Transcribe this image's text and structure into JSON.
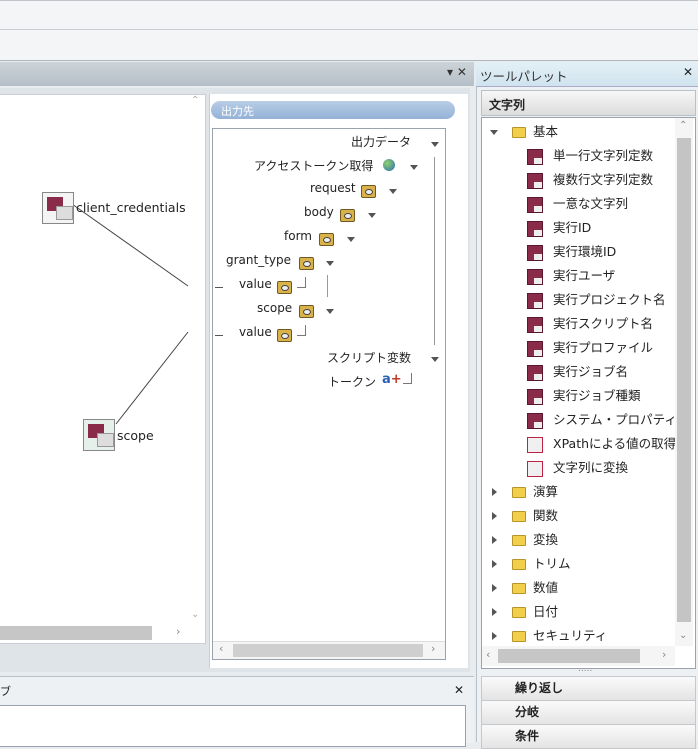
{
  "mapping": {
    "close_glyph": "▾ ✕",
    "output_header": "出力先",
    "nodes": [
      {
        "label": "client_credentials"
      },
      {
        "label": "scope"
      }
    ],
    "output_tree": [
      {
        "label": "出力データ"
      },
      {
        "label": "アクセストークン取得"
      },
      {
        "label": "request"
      },
      {
        "label": "body"
      },
      {
        "label": "form"
      },
      {
        "label": "grant_type"
      },
      {
        "label": "value"
      },
      {
        "label": "scope"
      },
      {
        "label": "value"
      },
      {
        "label": "スクリプト変数"
      },
      {
        "label": "トークン"
      }
    ]
  },
  "bottom_panel": {
    "title_fragment": "ブ",
    "close_glyph": "✕"
  },
  "palette": {
    "title": "ツールパレット",
    "close_glyph": "✕",
    "tab_title": "文字列",
    "category_open": "基本",
    "items": [
      "単一行文字列定数",
      "複数行文字列定数",
      "一意な文字列",
      "実行ID",
      "実行環境ID",
      "実行ユーザ",
      "実行プロジェクト名",
      "実行スクリプト名",
      "実行プロファイル",
      "実行ジョブ名",
      "実行ジョブ種類",
      "システム・プロパティ",
      "XPathによる値の取得",
      "文字列に変換"
    ],
    "categories": [
      "演算",
      "関数",
      "変換",
      "トリム",
      "数値",
      "日付",
      "セキュリティ"
    ],
    "bottom_buttons": [
      "繰り返し",
      "分岐",
      "条件"
    ],
    "grip": "....."
  }
}
